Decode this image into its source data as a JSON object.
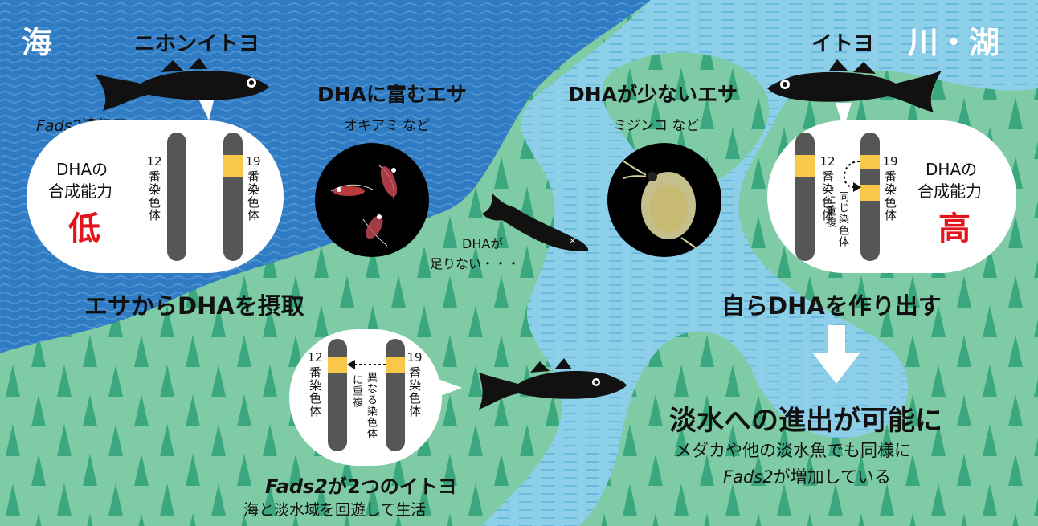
{
  "labels": {
    "sea": "海",
    "river_lake": "川・湖",
    "marine_fish": "ニホンイトヨ",
    "freshwater_fish": "イトヨ",
    "gene_label_italic": "Fads2",
    "gene_label_suffix": "遺伝子",
    "dha_rich_food": "DHAに富むエサ",
    "dha_rich_food_example": "オキアミ など",
    "dha_poor_food": "DHAが少ないエサ",
    "dha_poor_food_example": "ミジンコ など",
    "synthesis_ability_line1": "DHAの",
    "synthesis_ability_line2": "合成能力",
    "low": "低",
    "high": "高",
    "chrom12_num": "12",
    "chrom12_text": "番染色体",
    "chrom19_num": "19",
    "chrom19_text": "番染色体",
    "same_chromosome_dup_a": "同じ染色体",
    "same_chromosome_dup_b": "に重複",
    "different_chromosome_dup_a": "異なる染色体",
    "different_chromosome_dup_b": "に重複",
    "dha_shortage_line1": "DHAが",
    "dha_shortage_line2": "足りない・・・",
    "intake_from_food": "エサからDHAを摂取",
    "self_production": "自らDHAを作り出す",
    "freshwater_possible": "淡水への進出が可能に",
    "others_line1": "メダカや他の淡水魚でも同様に",
    "others_line2_italic": "Fads2",
    "others_line2_rest": "が増加している",
    "two_copies_italic": "Fads2",
    "two_copies_rest": "が2つのイトヨ",
    "migratory": "海と淡水域を回遊して生活"
  },
  "colors": {
    "sea_blue": "#2f7bc4",
    "land_green": "#7fcba6",
    "river_blue": "#8dcfe8",
    "tree_green": "#3aa77e",
    "fads2_band": "#f9c84b",
    "low_red": "#e3141b",
    "chromosome_gray": "#565656"
  }
}
